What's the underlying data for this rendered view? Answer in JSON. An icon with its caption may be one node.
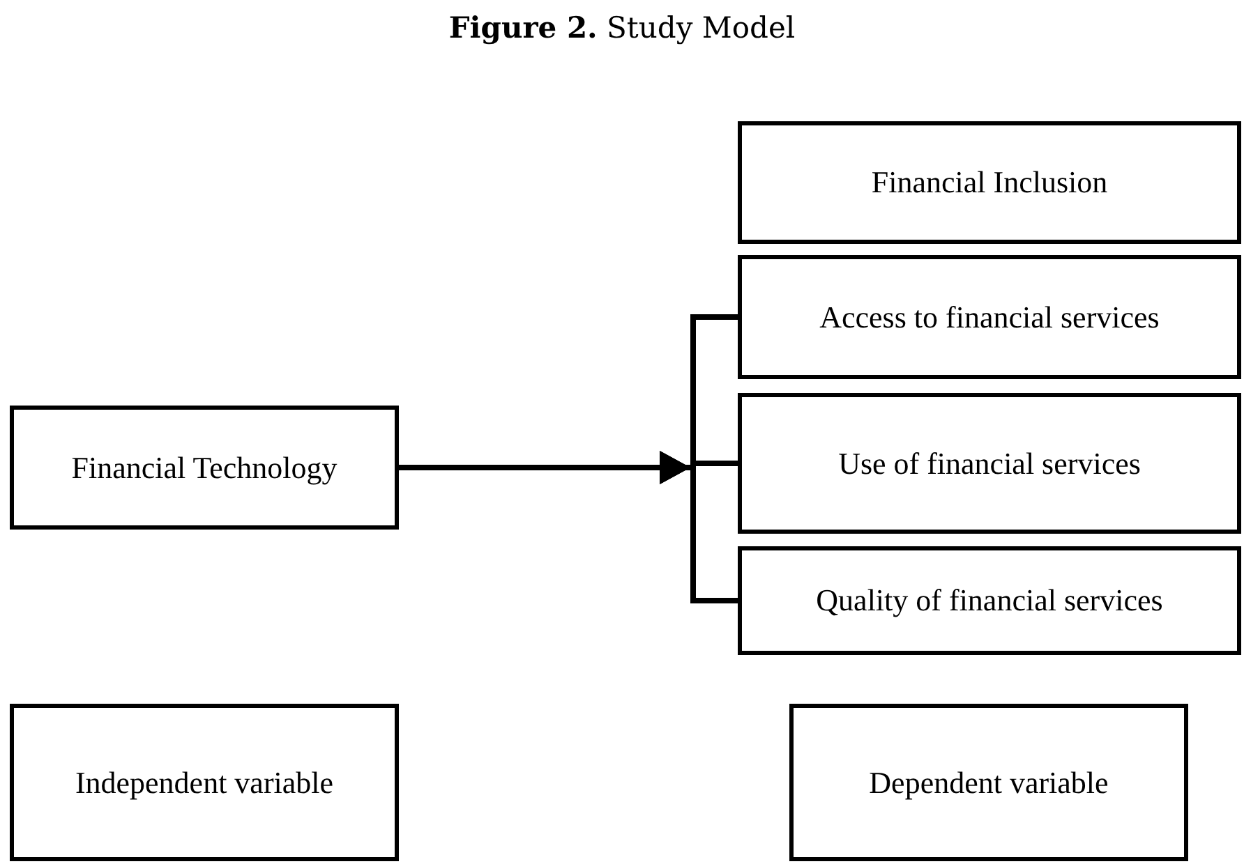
{
  "diagram": {
    "title": "**Figure 2.** Study Model",
    "nodes": [
      {
        "text": [
          "Financial Inclusion"
        ]
      },
      {
        "text": [
          "Access to financial services"
        ]
      },
      {
        "text": [
          "Use of financial services"
        ]
      },
      {
        "text": [
          "Quality of financial services"
        ]
      },
      {
        "text": [
          "Financial Technology"
        ]
      },
      {
        "text": [
          "Independent variable"
        ]
      },
      {
        "text": [
          "Dependent variable"
        ]
      }
    ],
    "edges": [
      {
        "from": 4,
        "to": 1,
        "arrow": "to"
      },
      {
        "from": 4,
        "to": 2,
        "arrow": "to"
      },
      {
        "from": 4,
        "to": 3,
        "arrow": "to"
      }
    ]
  }
}
